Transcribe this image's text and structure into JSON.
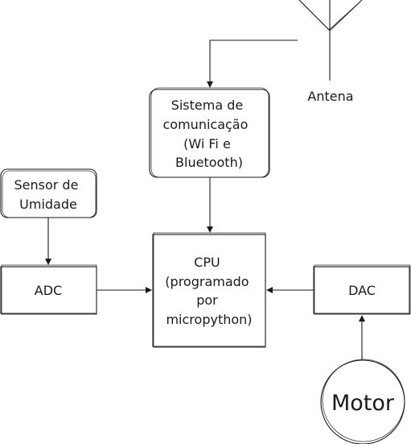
{
  "nodes": {
    "comm": {
      "lines": [
        "Sistema de",
        "comunicação",
        "(Wi Fi e",
        "Bluetooth)"
      ]
    },
    "antenna": {
      "label": "Antena"
    },
    "sensor": {
      "lines": [
        "Sensor de",
        "Umidade"
      ]
    },
    "adc": {
      "label": "ADC"
    },
    "cpu": {
      "lines": [
        "CPU",
        "(programado",
        "por",
        "micropython)"
      ]
    },
    "dac": {
      "label": "DAC"
    },
    "motor": {
      "label": "Motor"
    }
  },
  "edges": [
    {
      "from": "antenna",
      "to": "comm"
    },
    {
      "from": "comm",
      "to": "cpu"
    },
    {
      "from": "sensor",
      "to": "adc"
    },
    {
      "from": "adc",
      "to": "cpu"
    },
    {
      "from": "dac",
      "to": "cpu"
    },
    {
      "from": "motor",
      "to": "dac"
    }
  ]
}
